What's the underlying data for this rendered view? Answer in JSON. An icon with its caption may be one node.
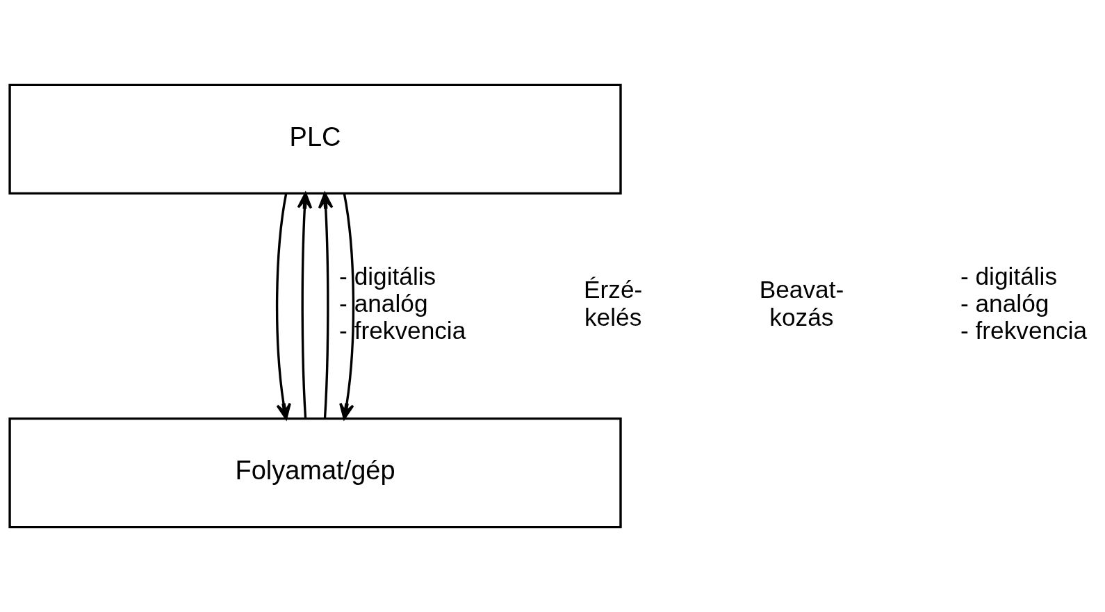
{
  "diagram": {
    "nodes": [
      {
        "text": [
          "PLC"
        ]
      },
      {
        "text": [
          "Folyamat/gép"
        ]
      }
    ],
    "edges": [
      {
        "from": 1,
        "to": 0,
        "arrow": "to"
      },
      {
        "from": 1,
        "to": 0,
        "arrow": "to"
      },
      {
        "from": 0,
        "to": 1,
        "arrow": "to"
      },
      {
        "from": 0,
        "to": 1,
        "arrow": "to"
      }
    ],
    "labels": [
      "- digitális",
      "- analóg",
      "- frekvencia",
      "Érzé- kelés",
      "Beavat- kozás",
      "- digitális",
      "- analóg",
      "- frekvencia"
    ]
  }
}
